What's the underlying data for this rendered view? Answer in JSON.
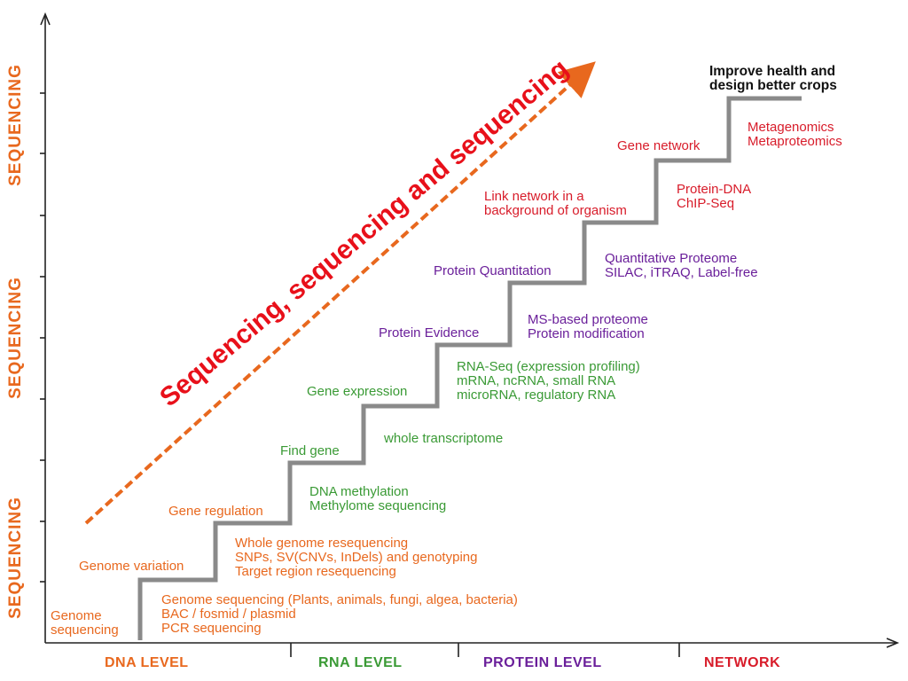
{
  "colors": {
    "dna": "#e8681e",
    "rna": "#3a9a35",
    "protein": "#6a1f9a",
    "network": "#d81c2a",
    "stair": "#8a8a8a",
    "arrow": "#e8681e",
    "diagonal_text": "#e8101a",
    "axis": "#222222"
  },
  "side_labels": [
    "SEQUENCING",
    "SEQUENCING",
    "SEQUENCING"
  ],
  "diagonal_text": "Sequencing, sequencing and sequencing",
  "goal": "Improve health and\ndesign better crops",
  "levels": {
    "dna": "DNA LEVEL",
    "rna": "RNA LEVEL",
    "protein": "PROTEIN LEVEL",
    "network": "NETWORK"
  },
  "steps": [
    {
      "label": "Genome\nsequencing",
      "detail": "Genome sequencing (Plants, animals, fungi, algea, bacteria)\nBAC / fosmid / plasmid\nPCR sequencing"
    },
    {
      "label": "Genome variation",
      "detail": "Whole genome resequencing\nSNPs, SV(CNVs, InDels) and genotyping\nTarget region resequencing"
    },
    {
      "label": "Gene regulation",
      "detail": "DNA methylation\nMethylome sequencing"
    },
    {
      "label": "Find gene",
      "detail": "whole transcriptome"
    },
    {
      "label": "Gene expression",
      "detail": "RNA-Seq (expression profiling)\nmRNA, ncRNA, small RNA\nmicroRNA, regulatory RNA"
    },
    {
      "label": "Protein Evidence",
      "detail": "MS-based proteome\nProtein modification"
    },
    {
      "label": "Protein Quantitation",
      "detail": "Quantitative Proteome\nSILAC, iTRAQ, Label-free"
    },
    {
      "label": "Link network in a\nbackground of organism",
      "detail": "Protein-DNA\nChIP-Seq"
    },
    {
      "label": "Gene network",
      "detail": "Metagenomics\nMetaproteomics"
    }
  ]
}
